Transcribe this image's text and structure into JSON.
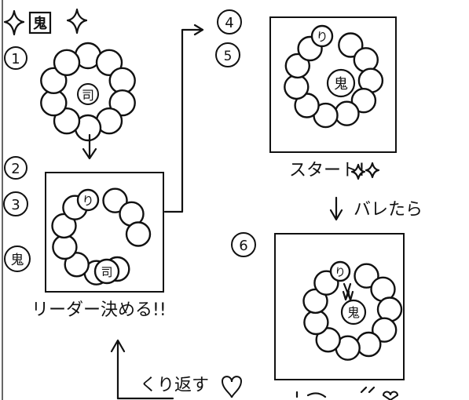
{
  "header": {
    "glyph": "鬼"
  },
  "steps": {
    "s1": "1",
    "s2": "2",
    "s3": "3",
    "s4": "4",
    "s5": "5",
    "s6": "6",
    "oni": "鬼"
  },
  "marks": {
    "tsukasa": "司",
    "ri": "り",
    "oni": "鬼"
  },
  "captions": {
    "leader": "リーダー決める!!",
    "start": "スタート!",
    "bare": "バレたら",
    "repeat": "くり返す"
  }
}
